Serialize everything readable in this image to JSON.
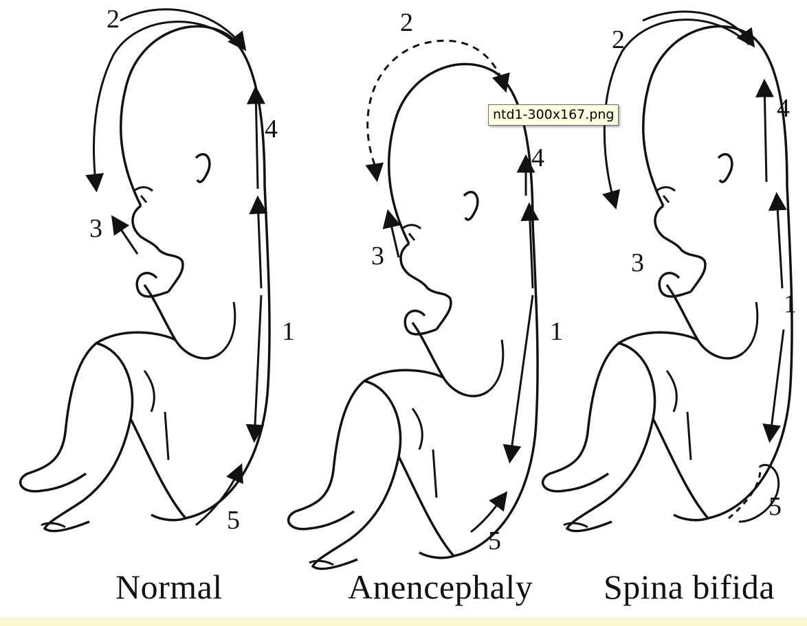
{
  "figure": {
    "panels": [
      {
        "caption": "Normal",
        "labels": {
          "l1": "1",
          "l2": "2",
          "l3": "3",
          "l4": "4",
          "l5": "5"
        }
      },
      {
        "caption": "Anencephaly",
        "labels": {
          "l1": "1",
          "l2": "2",
          "l3": "3",
          "l4": "4",
          "l5": "5"
        }
      },
      {
        "caption": "Spina bifida",
        "labels": {
          "l1": "1",
          "l2": "2",
          "l3": "3",
          "l4": "4",
          "l5": "5"
        }
      }
    ]
  },
  "tooltip": {
    "text": "ntd1-300x167.png"
  },
  "colors": {
    "line": "#111111",
    "tooltip_bg": "#ffffe1"
  }
}
